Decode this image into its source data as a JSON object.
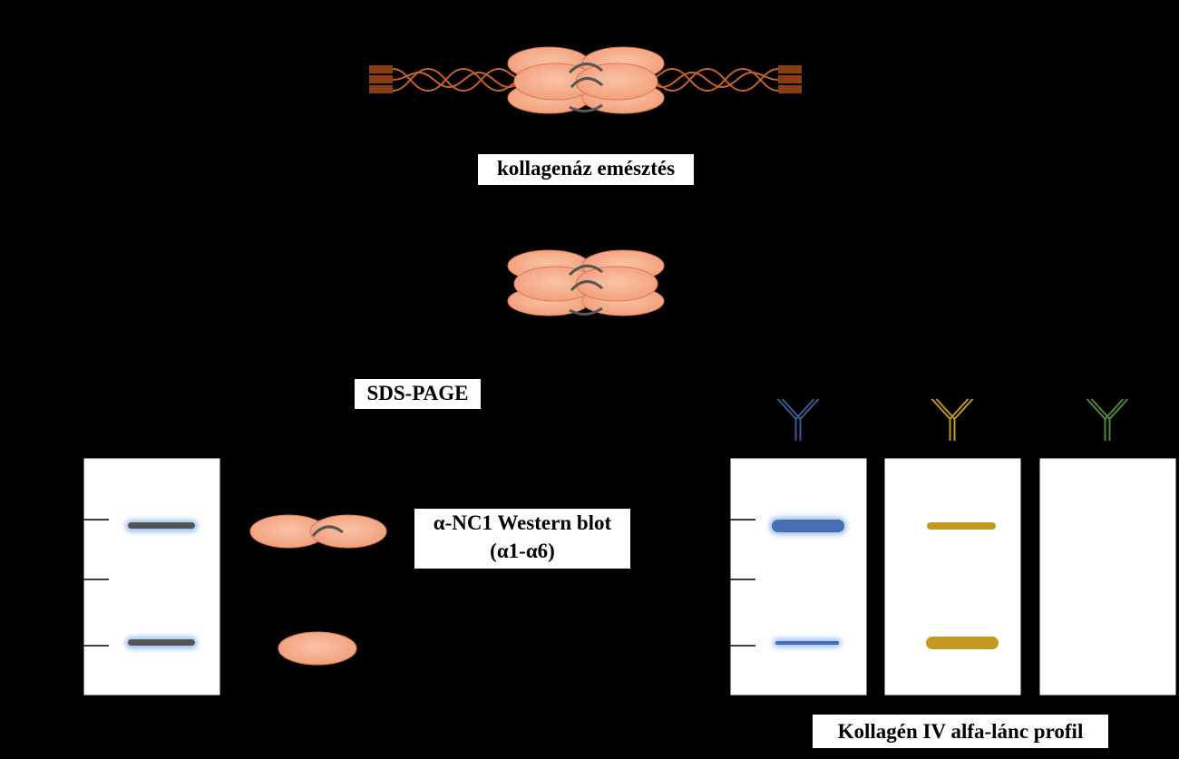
{
  "steps": {
    "digestion_label": "kollagenáz emésztés",
    "sds_label": "SDS-PAGE",
    "western_label_line1": "α-NC1 Western blot",
    "western_label_line2": "(α1-α6)",
    "profile_label": "Kollagén IV alfa-lánc profil"
  },
  "antibodies": [
    {
      "color": "#3a5a95"
    },
    {
      "color": "#c29a22"
    },
    {
      "color": "#4e8a3a"
    }
  ],
  "colors": {
    "nc1_fill": "#f4a886",
    "nc1_stroke": "#d97a52",
    "triple_helix": "#c8622a",
    "7s_domain": "#8a3d12",
    "gel_band": "#555555",
    "band_blue": "#4a6cb0",
    "band_gold": "#c29a22"
  }
}
